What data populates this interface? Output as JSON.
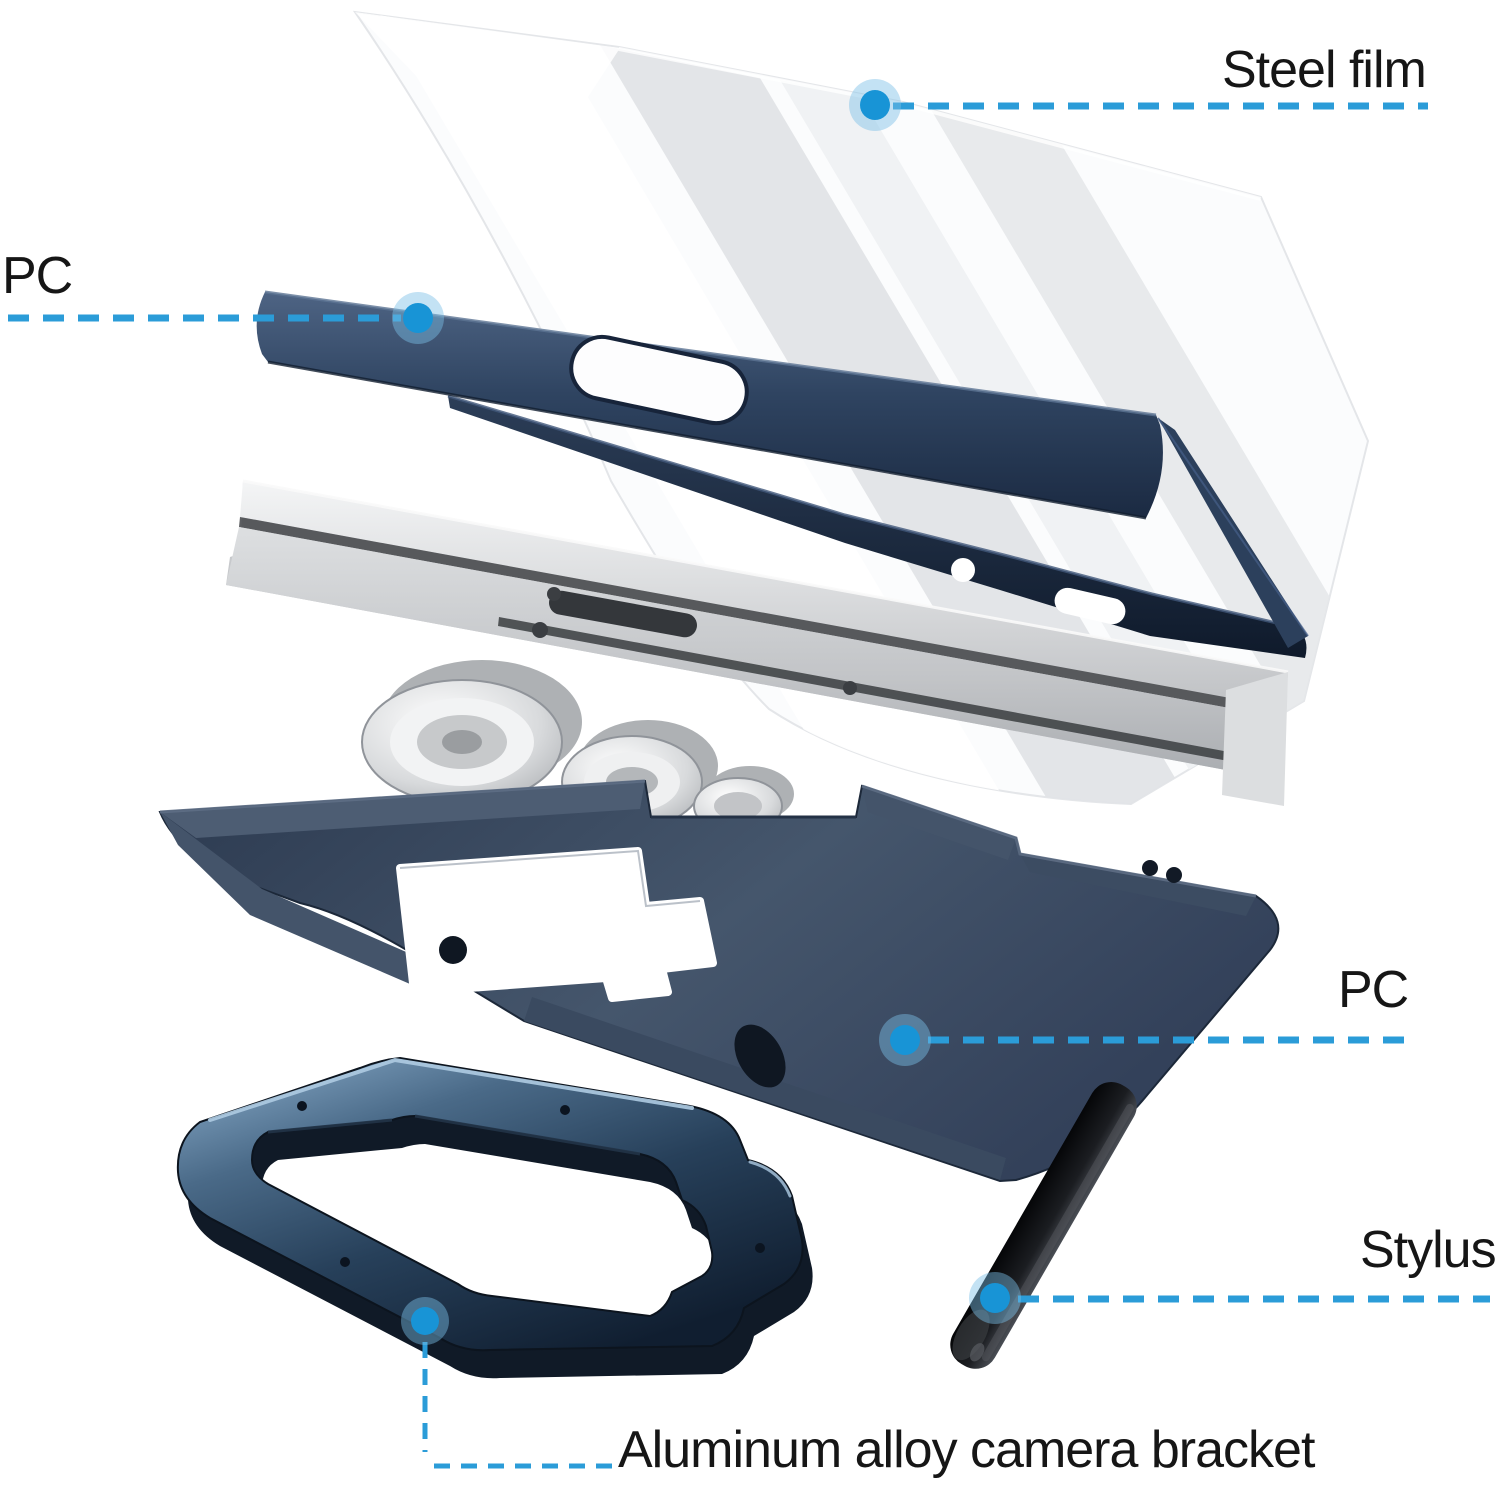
{
  "scene": {
    "type": "product-exploded-diagram",
    "description": "Exploded view of a phone case with labeled components"
  },
  "colors": {
    "background": "#ffffff",
    "callout_line": "#2b9cd8",
    "callout_dot": "#1894d6",
    "callout_dot_halo": "#79bfe6",
    "label_text": "#161616",
    "case_navy": "#32425c",
    "steel_film_white": "#f4f5f7",
    "phone_silver": "#c9cbce",
    "bracket_metal_blue": "#4a6a88",
    "stylus_black": "#17181b"
  },
  "labels": {
    "steel_film": "Steel film",
    "pc_front": "PC",
    "pc_back": "PC",
    "stylus": "Stylus",
    "camera_bracket": "Aluminum alloy camera bracket"
  },
  "callouts": [
    {
      "part": "steel-film",
      "label_key": "steel_film"
    },
    {
      "part": "pc-front-frame",
      "label_key": "pc_front"
    },
    {
      "part": "pc-back-cover",
      "label_key": "pc_back"
    },
    {
      "part": "stylus",
      "label_key": "stylus"
    },
    {
      "part": "aluminum-camera-bracket",
      "label_key": "camera_bracket"
    }
  ]
}
